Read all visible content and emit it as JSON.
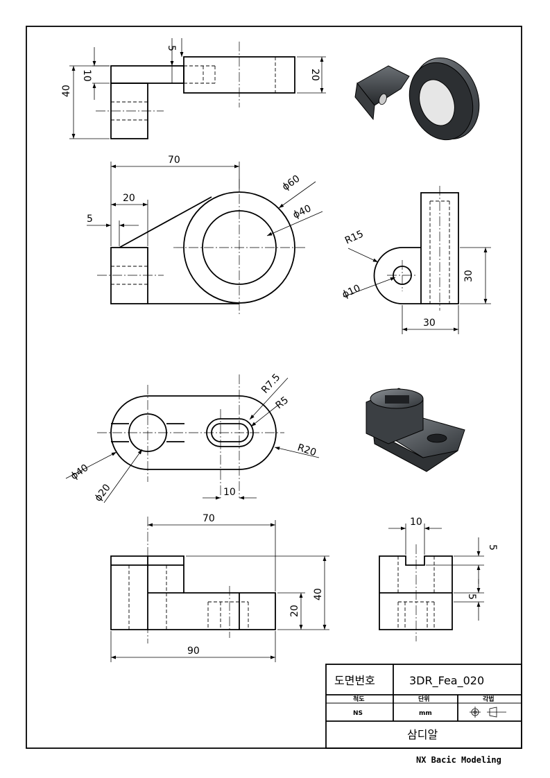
{
  "dimensions": {
    "top_5": "5",
    "top_10": "10",
    "top_40": "40",
    "top_20": "20",
    "front_70": "70",
    "front_20": "20",
    "front_5": "5",
    "phi60": "ϕ60",
    "phi40": "ϕ40",
    "side_r15": "R15",
    "side_phi10": "ϕ10",
    "side_30v": "30",
    "side_30h": "30",
    "bot_r7_5": "R7.5",
    "bot_r5": "R5",
    "bot_r20": "R20",
    "bot_phi40": "ϕ40",
    "bot_phi20": "ϕ20",
    "bot_10": "10",
    "lf_70": "70",
    "lf_90": "90",
    "lf_20": "20",
    "lf_40": "40",
    "rs_10": "10",
    "rs_5a": "5",
    "rs_5b": "5"
  },
  "title_block": {
    "drawing_number_label": "도면번호",
    "drawing_number": "3DR_Fea_020",
    "scale_label": "척도",
    "unit_label": "단위",
    "projection_label": "각법",
    "scale_value": "NS",
    "unit_value": "mm",
    "title": "삼디알"
  },
  "footer": "NX Bacic Modeling"
}
